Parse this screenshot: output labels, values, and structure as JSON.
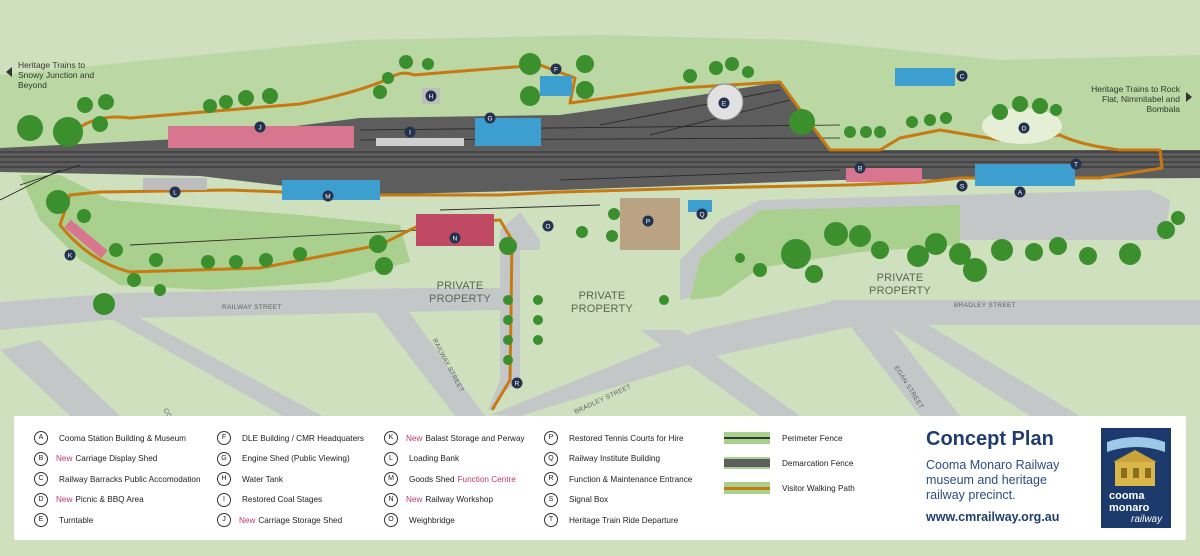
{
  "map": {
    "left_note": "Heritage Trains to Snowy Junction and Beyond",
    "right_note": "Heritage Trains to Rock Flat, Nimmitabel and Bombala",
    "private_property_1": "PRIVATE PROPERTY",
    "private_property_2": "PRIVATE PROPERTY",
    "private_property_3": "PRIVATE PROPERTY",
    "streets": {
      "railway_street_1": "RAILWAY STREET",
      "railway_street_2": "RAILWAY STREET",
      "bradley_street_1": "BRADLEY STREET",
      "bradley_street_2": "BRADLEY STREET",
      "egan_street": "EGAN STREET",
      "co_street": "CO"
    },
    "markers": [
      "A",
      "B",
      "C",
      "D",
      "E",
      "F",
      "G",
      "H",
      "I",
      "J",
      "K",
      "L",
      "M",
      "N",
      "O",
      "P",
      "Q",
      "R",
      "S",
      "T"
    ]
  },
  "legend": {
    "columns": [
      [
        {
          "key": "A",
          "new": "",
          "text": "Cooma Station Building & Museum",
          "highlight": ""
        },
        {
          "key": "B",
          "new": "New",
          "text": "Carriage Display Shed",
          "highlight": ""
        },
        {
          "key": "C",
          "new": "",
          "text": "Railway Barracks Public Accomodation",
          "highlight": ""
        },
        {
          "key": "D",
          "new": "New",
          "text": "Picnic & BBQ Area",
          "highlight": ""
        },
        {
          "key": "E",
          "new": "",
          "text": "Turntable",
          "highlight": ""
        }
      ],
      [
        {
          "key": "F",
          "new": "",
          "text": "DLE Building / CMR Headquaters",
          "highlight": ""
        },
        {
          "key": "G",
          "new": "",
          "text": "Engine Shed (Public Viewing)",
          "highlight": ""
        },
        {
          "key": "H",
          "new": "",
          "text": "Water Tank",
          "highlight": ""
        },
        {
          "key": "I",
          "new": "",
          "text": "Restored Coal Stages",
          "highlight": ""
        },
        {
          "key": "J",
          "new": "New",
          "text": "Carriage Storage Shed",
          "highlight": ""
        }
      ],
      [
        {
          "key": "K",
          "new": "New",
          "text": "Balast Storage and Perway",
          "highlight": ""
        },
        {
          "key": "L",
          "new": "",
          "text": "Loading Bank",
          "highlight": ""
        },
        {
          "key": "M",
          "new": "",
          "text": "Goods Shed",
          "highlight": "Function Centre"
        },
        {
          "key": "N",
          "new": "New",
          "text": "Railway Workshop",
          "highlight": ""
        },
        {
          "key": "O",
          "new": "",
          "text": "Weighbridge",
          "highlight": ""
        }
      ],
      [
        {
          "key": "P",
          "new": "",
          "text": "Restored Tennis Courts for Hire",
          "highlight": ""
        },
        {
          "key": "Q",
          "new": "",
          "text": "Railway Institute Building",
          "highlight": ""
        },
        {
          "key": "R",
          "new": "",
          "text": "Function & Maintenance Entrance",
          "highlight": ""
        },
        {
          "key": "S",
          "new": "",
          "text": "Signal Box",
          "highlight": ""
        },
        {
          "key": "T",
          "new": "",
          "text": "Heritage Train Ride Departure",
          "highlight": ""
        }
      ]
    ],
    "lines": [
      {
        "label": "Perimeter Fence",
        "color": "#2f3d2c"
      },
      {
        "label": "Demarcation Fence",
        "color": "#5e5e5e"
      },
      {
        "label": "Visitor Walking Path",
        "color": "#c87a12"
      }
    ]
  },
  "title_block": {
    "title": "Concept Plan",
    "subtitle": "Cooma Monaro Railway museum and heritage railway precinct.",
    "url": "www.cmrailway.org.au"
  },
  "logo": {
    "line1": "cooma",
    "line2": "monaro",
    "line3": "railway"
  },
  "colors": {
    "grass": "#cfe0bf",
    "lawn": "#a7cf8b",
    "road": "#c3c6c7",
    "yard": "#5f5f5f",
    "path": "#c87a12",
    "building_pink": "#d9768f",
    "building_blue": "#3c9fcf",
    "marker": "#23334f"
  }
}
